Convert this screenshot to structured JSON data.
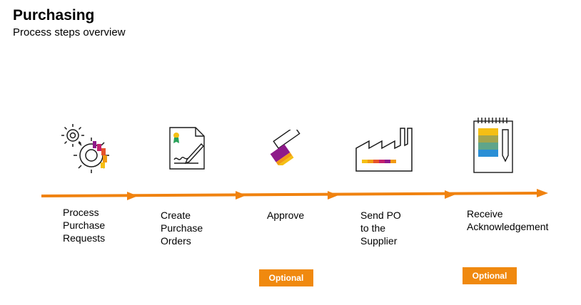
{
  "header": {
    "title": "Purchasing",
    "subtitle": "Process steps overview"
  },
  "colors": {
    "arrow": "#f0820f",
    "badge": "#f0890f",
    "icon_stroke": "#1a1a1a",
    "accent_purple": "#8e1a8a",
    "accent_orange": "#f29a12",
    "accent_yellow": "#f5bf14",
    "accent_green": "#8fa75a",
    "accent_teal": "#4aa3a6",
    "accent_blue": "#2a8fd6"
  },
  "steps": [
    {
      "label": "Process\nPurchase\nRequests",
      "icon": "gears-icon"
    },
    {
      "label": "Create\nPurchase\nOrders",
      "icon": "signed-document-icon"
    },
    {
      "label": "Approve",
      "icon": "stamp-icon",
      "badge": "Optional"
    },
    {
      "label": "Send PO\nto the\nSupplier",
      "icon": "factory-icon"
    },
    {
      "label": "Receive\nAcknowledgement",
      "icon": "notepad-icon",
      "badge": "Optional"
    }
  ]
}
